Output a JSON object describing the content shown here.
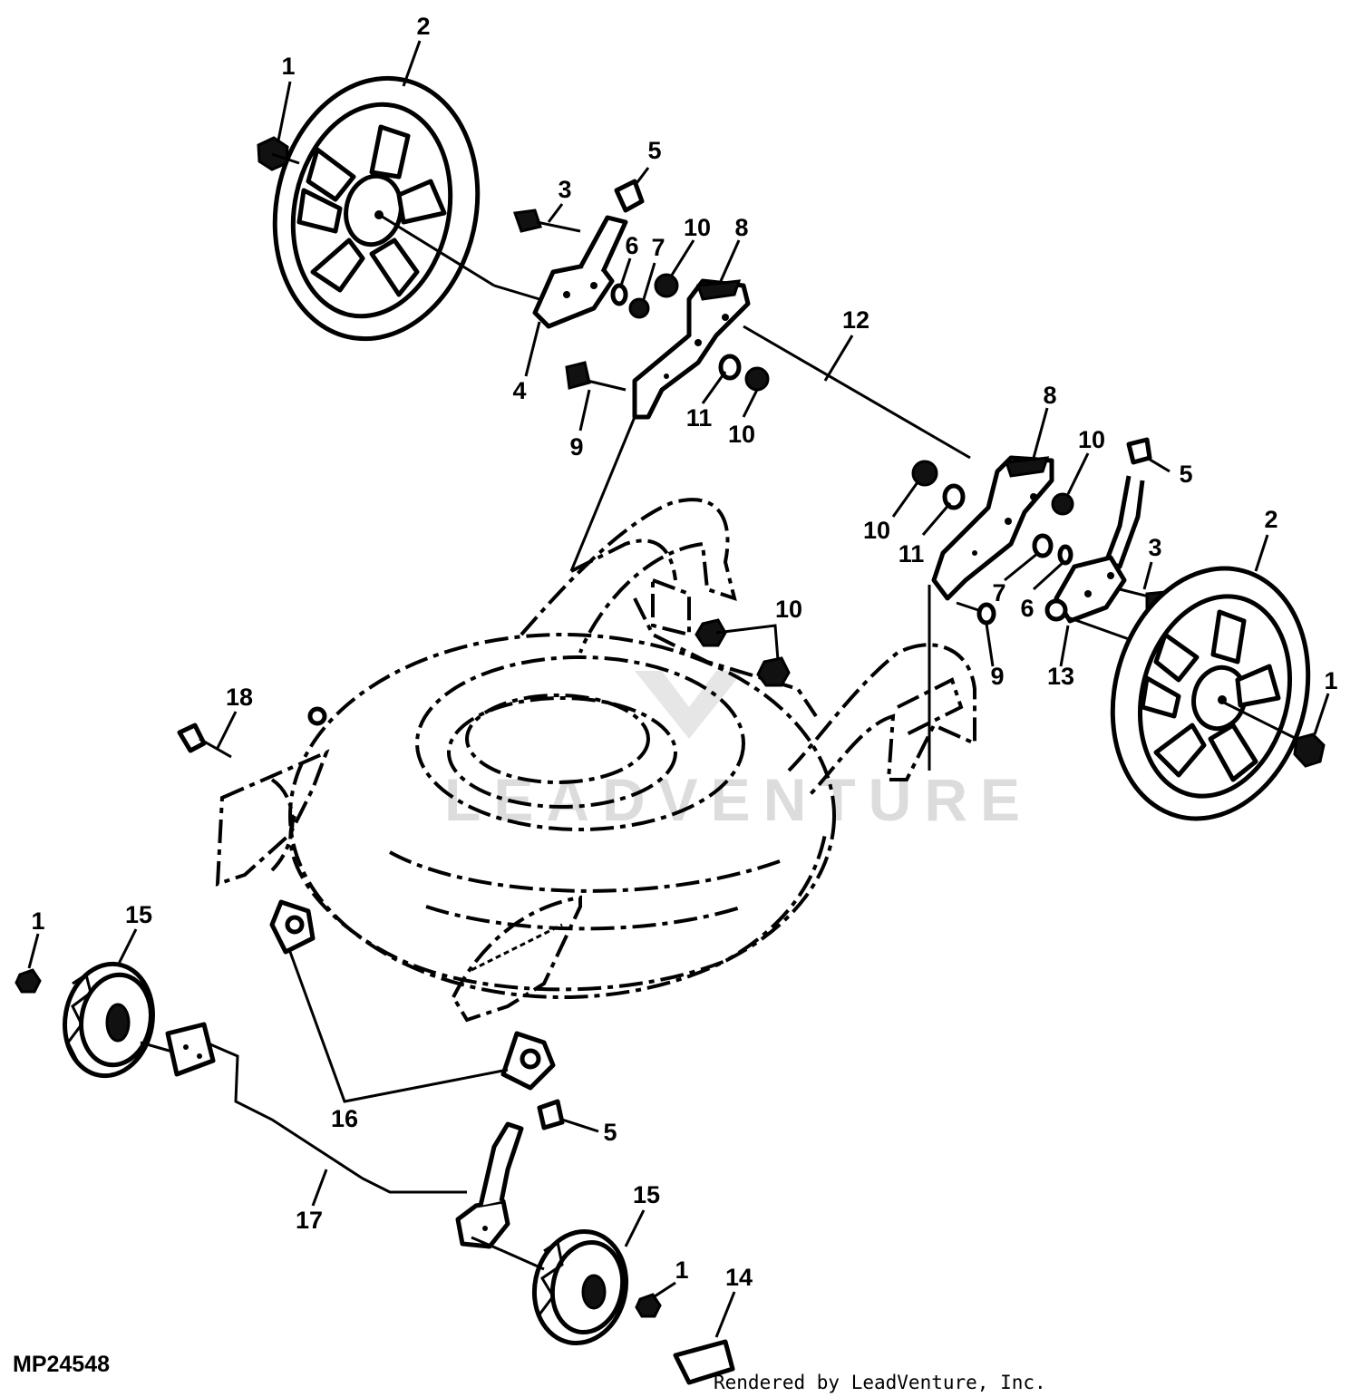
{
  "figure_id": "MP24548",
  "credit": "Rendered by LeadVenture, Inc.",
  "watermark": "LEADVENTURE",
  "callouts": [
    {
      "id": "c1a",
      "text": "1"
    },
    {
      "id": "c2a",
      "text": "2"
    },
    {
      "id": "c3a",
      "text": "3"
    },
    {
      "id": "c4",
      "text": "4"
    },
    {
      "id": "c5a",
      "text": "5"
    },
    {
      "id": "c6a",
      "text": "6"
    },
    {
      "id": "c7a",
      "text": "7"
    },
    {
      "id": "c10a",
      "text": "10"
    },
    {
      "id": "c8a",
      "text": "8"
    },
    {
      "id": "c12",
      "text": "12"
    },
    {
      "id": "c9a",
      "text": "9"
    },
    {
      "id": "c11a",
      "text": "11"
    },
    {
      "id": "c10b",
      "text": "10"
    },
    {
      "id": "c8b",
      "text": "8"
    },
    {
      "id": "c10c",
      "text": "10"
    },
    {
      "id": "c5b",
      "text": "5"
    },
    {
      "id": "c10d",
      "text": "10"
    },
    {
      "id": "c11b",
      "text": "11"
    },
    {
      "id": "c2b",
      "text": "2"
    },
    {
      "id": "c3b",
      "text": "3"
    },
    {
      "id": "c7b",
      "text": "7"
    },
    {
      "id": "c6b",
      "text": "6"
    },
    {
      "id": "c10e",
      "text": "10"
    },
    {
      "id": "c9b",
      "text": "9"
    },
    {
      "id": "c13",
      "text": "13"
    },
    {
      "id": "c1b",
      "text": "1"
    },
    {
      "id": "c18",
      "text": "18"
    },
    {
      "id": "c1c",
      "text": "1"
    },
    {
      "id": "c15a",
      "text": "15"
    },
    {
      "id": "c16",
      "text": "16"
    },
    {
      "id": "c5c",
      "text": "5"
    },
    {
      "id": "c17",
      "text": "17"
    },
    {
      "id": "c15b",
      "text": "15"
    },
    {
      "id": "c1d",
      "text": "1"
    },
    {
      "id": "c14",
      "text": "14"
    }
  ]
}
